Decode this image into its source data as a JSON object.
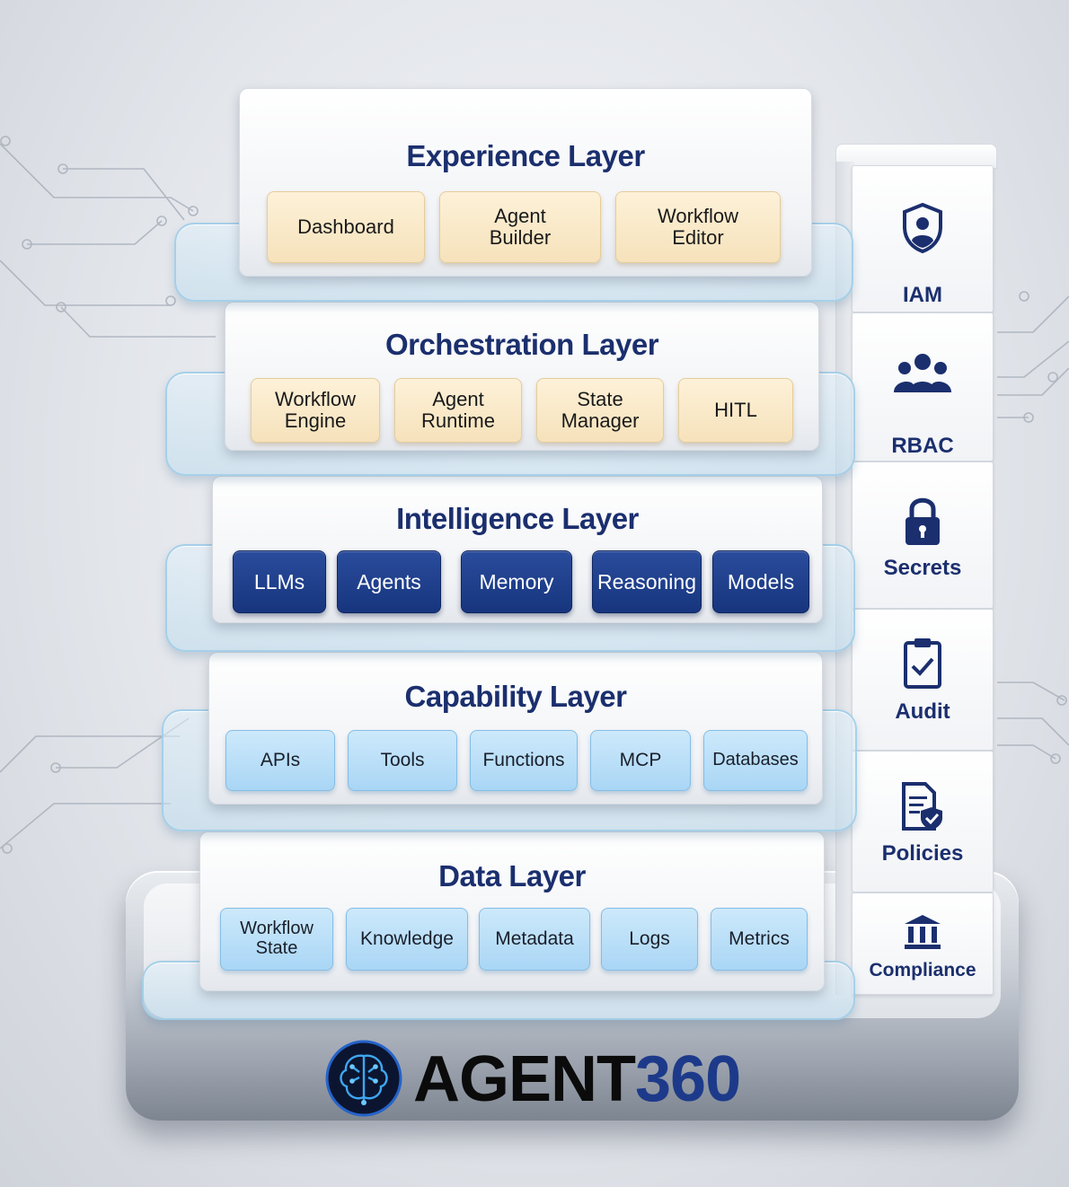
{
  "layers": [
    {
      "title": "Experience Layer",
      "components": [
        "Dashboard",
        "Agent\nBuilder",
        "Workflow\nEditor"
      ]
    },
    {
      "title": "Orchestration Layer",
      "components": [
        "Workflow\nEngine",
        "Agent\nRuntime",
        "State\nManager",
        "HITL"
      ]
    },
    {
      "title": "Intelligence Layer",
      "components": [
        "LLMs",
        "Agents",
        "Memory",
        "Reasoning",
        "Models"
      ]
    },
    {
      "title": "Capability Layer",
      "components": [
        "APIs",
        "Tools",
        "Functions",
        "MCP",
        "Databases"
      ]
    },
    {
      "title": "Data Layer",
      "components": [
        "Workflow\nState",
        "Knowledge",
        "Metadata",
        "Logs",
        "Metrics"
      ]
    }
  ],
  "governance": [
    {
      "label": "IAM",
      "icon": "shield-user-icon"
    },
    {
      "label": "RBAC",
      "icon": "users-group-icon"
    },
    {
      "label": "Secrets",
      "icon": "padlock-icon"
    },
    {
      "label": "Audit",
      "icon": "clipboard-check-icon"
    },
    {
      "label": "Policies",
      "icon": "document-shield-icon"
    },
    {
      "label": "Compliance",
      "icon": "bank-building-icon"
    }
  ],
  "brand": {
    "name_part1": "AGENT",
    "name_part2": "360",
    "logo_icon": "brain-circuit-icon"
  },
  "colors": {
    "title": "#1b2f6e",
    "beige_chip": "#f6e2bb",
    "navy_chip": "#17357e",
    "blue_chip": "#a9d6f5",
    "brand_blue": "#1d3a8a"
  }
}
